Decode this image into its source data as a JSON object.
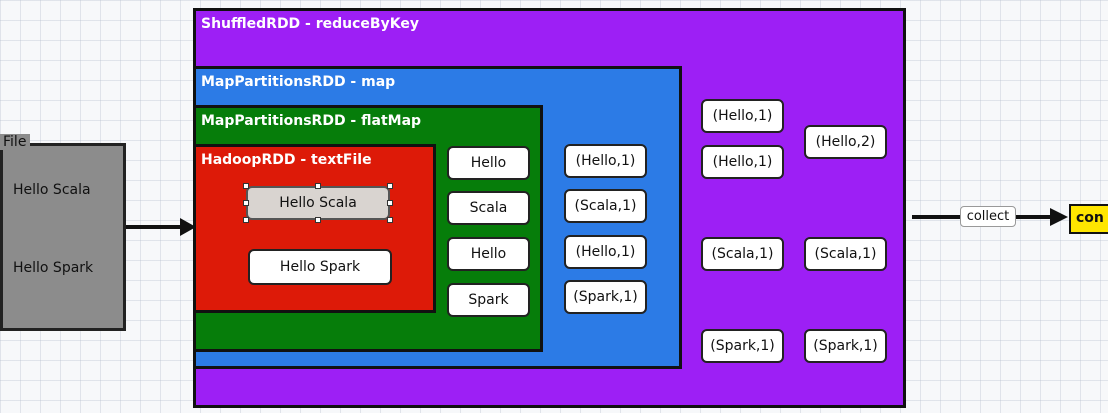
{
  "file": {
    "label": "File",
    "lines": [
      "Hello Scala",
      "Hello Spark"
    ]
  },
  "rdds": {
    "shuffled": "ShuffledRDD - reduceByKey",
    "map": "MapPartitionsRDD - map",
    "flatmap": "MapPartitionsRDD - flatMap",
    "hadoop": "HadoopRDD - textFile"
  },
  "textfile_items": [
    "Hello Scala",
    "Hello Spark"
  ],
  "flatmap_items": [
    "Hello",
    "Scala",
    "Hello",
    "Spark"
  ],
  "map_items": [
    "(Hello,1)",
    "(Scala,1)",
    "(Hello,1)",
    "(Spark,1)"
  ],
  "shuffle_items": [
    "(Hello,1)",
    "(Hello,1)",
    "(Scala,1)",
    "(Spark,1)"
  ],
  "reduce_items": [
    "(Hello,2)",
    "(Scala,1)",
    "(Spark,1)"
  ],
  "collect_label": "collect",
  "result_label": "con",
  "colors": {
    "shuffled": "#9d1ff5",
    "map": "#2c7be6",
    "flatmap": "#067d0a",
    "hadoop": "#dd1a08",
    "file": "#8c8c8c",
    "result": "#ffe600"
  }
}
